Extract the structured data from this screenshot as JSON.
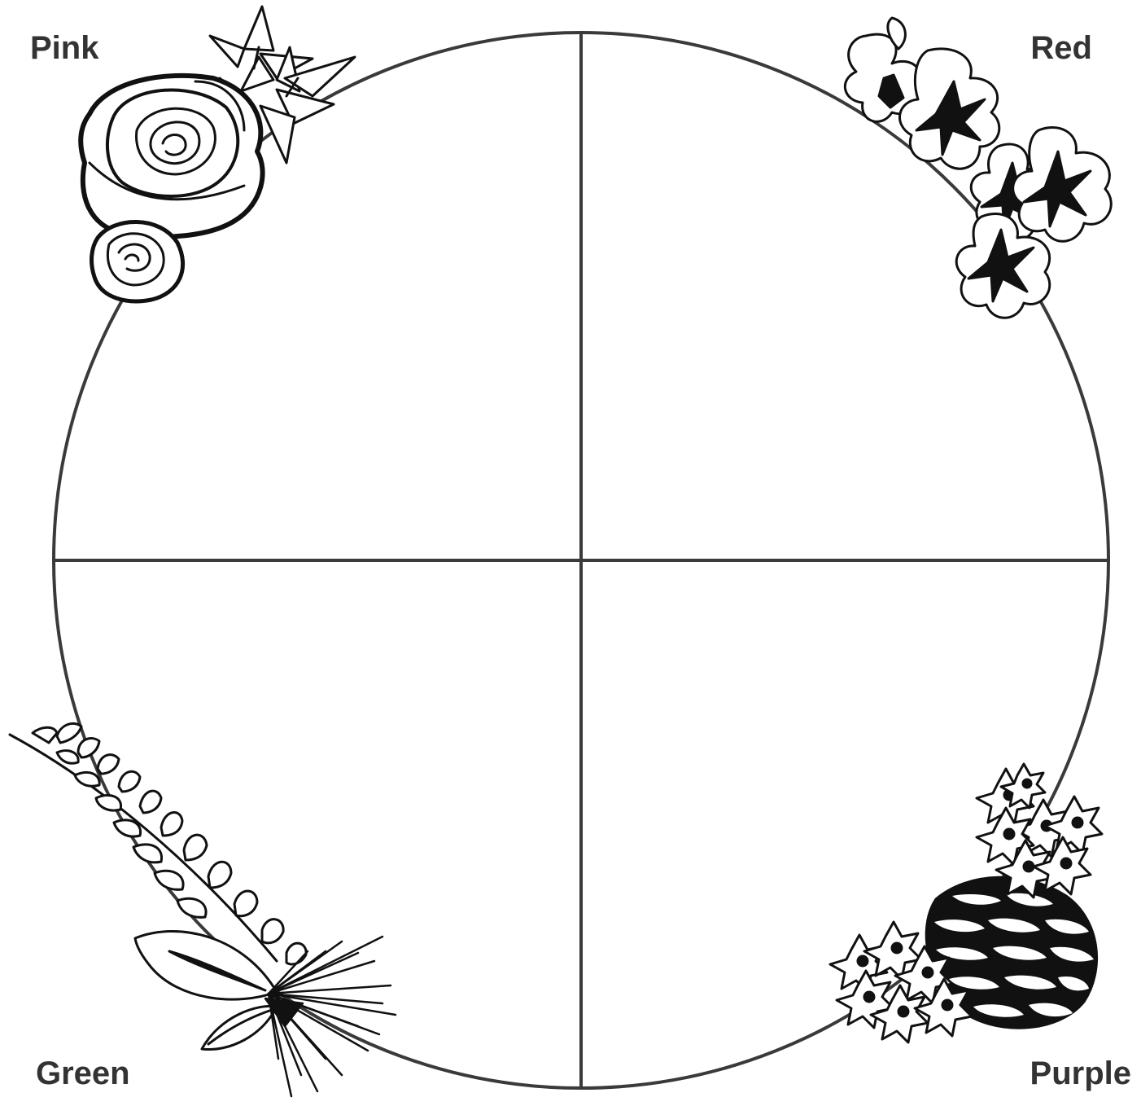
{
  "quadrants": [
    {
      "id": "top-left",
      "label": "Pink",
      "decoration": "rose-and-lily-icon"
    },
    {
      "id": "top-right",
      "label": "Red",
      "decoration": "pansy-icon"
    },
    {
      "id": "bottom-left",
      "label": "Green",
      "decoration": "fern-and-pine-icon"
    },
    {
      "id": "bottom-right",
      "label": "Purple",
      "decoration": "pinecone-and-blossom-icon"
    }
  ],
  "colors": {
    "line": "#333333",
    "ink": "#111111",
    "background": "#ffffff"
  }
}
